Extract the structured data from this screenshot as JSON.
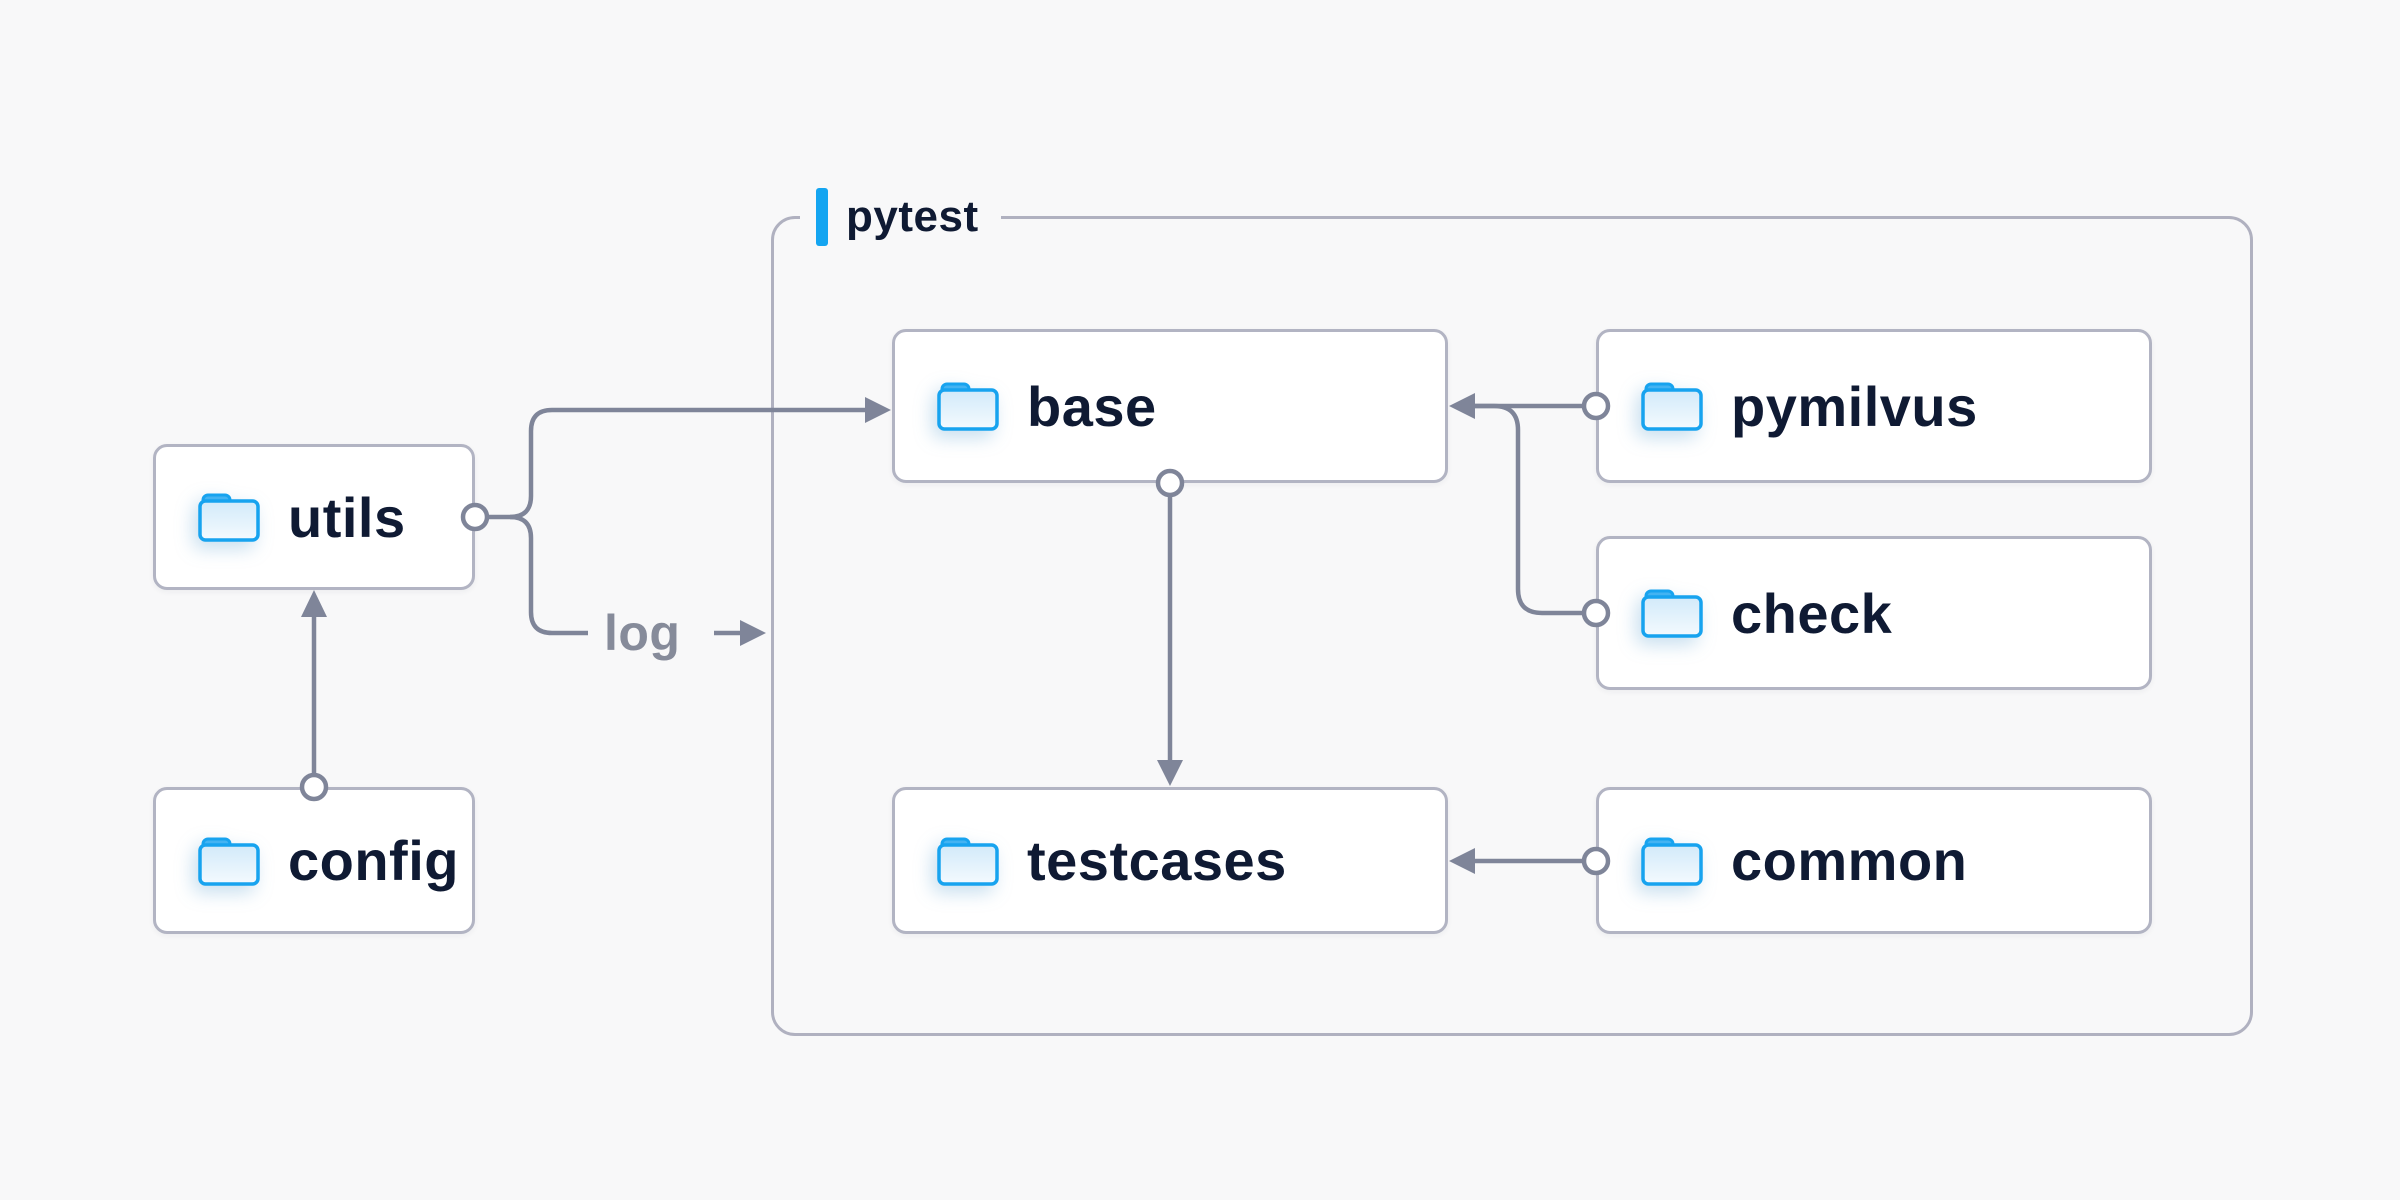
{
  "diagram": {
    "container": {
      "label": "pytest"
    },
    "nodes": {
      "utils": {
        "label": "utils",
        "icon": "folder-icon"
      },
      "config": {
        "label": "config",
        "icon": "folder-icon"
      },
      "base": {
        "label": "base",
        "icon": "folder-icon"
      },
      "pymilvus": {
        "label": "pymilvus",
        "icon": "folder-icon"
      },
      "check": {
        "label": "check",
        "icon": "folder-icon"
      },
      "testcases": {
        "label": "testcases",
        "icon": "folder-icon"
      },
      "common": {
        "label": "common",
        "icon": "folder-icon"
      }
    },
    "annotations": {
      "log": {
        "label": "log"
      }
    },
    "edges": [
      {
        "from": "config",
        "to": "utils"
      },
      {
        "from": "utils",
        "to": "base"
      },
      {
        "from": "utils",
        "to": "log"
      },
      {
        "from": "pymilvus",
        "to": "base"
      },
      {
        "from": "check",
        "to": "base"
      },
      {
        "from": "base",
        "to": "testcases"
      },
      {
        "from": "common",
        "to": "testcases"
      }
    ],
    "colors": {
      "background": "#f8f8f9",
      "node_fill": "#ffffff",
      "node_border": "#b2b4c3",
      "container_border": "#b0b1c0",
      "connector": "#7f8599",
      "label_text": "#0f1a33",
      "annotation_text": "#868b9a",
      "accent_blue": "#14a5f1",
      "folder_blue": "#17a3ef"
    }
  }
}
